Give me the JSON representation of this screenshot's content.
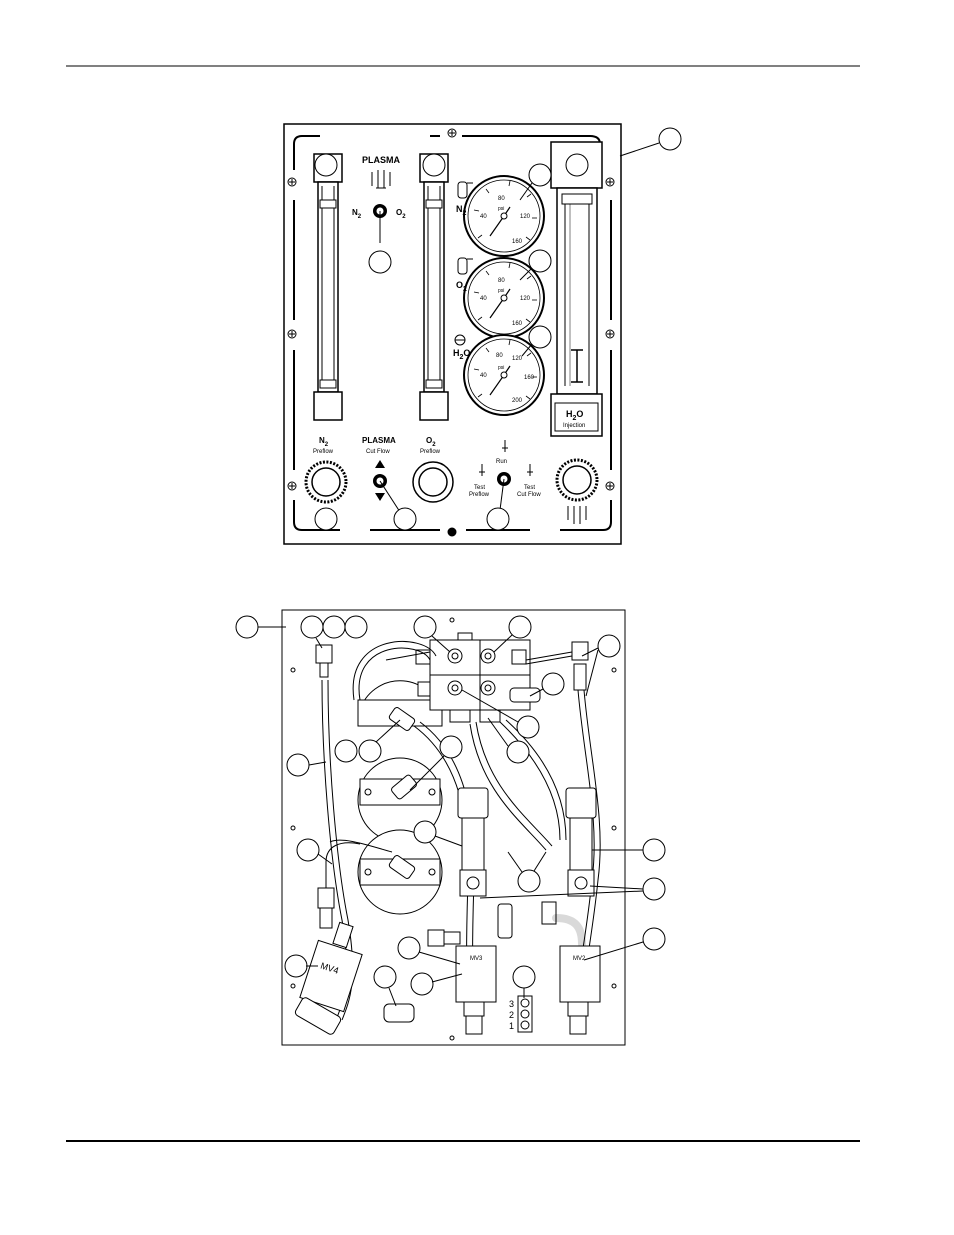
{
  "top_panel": {
    "plasma_title": "PLASMA",
    "switch_n2": "N",
    "switch_n2_sub": "2",
    "switch_o2": "O",
    "switch_o2_sub": "2",
    "gauge_scale": "psi",
    "gauge_ticks_160": [
      "40",
      "80",
      "120",
      "160"
    ],
    "gauge_ticks_200": [
      "40",
      "80",
      "120",
      "160",
      "200"
    ],
    "gauge_n2": "N",
    "gauge_n2_sub": "2",
    "gauge_o2": "O",
    "gauge_o2_sub": "2",
    "gauge_h2o": "H",
    "gauge_h2o_sub": "2",
    "gauge_h2o_end": "O",
    "h2o_box_title": "H",
    "h2o_box_sub": "2",
    "h2o_box_end": "O",
    "h2o_box_caption": "Injection",
    "knob_n2": "N",
    "knob_n2_sub": "2",
    "knob_n2_caption": "Preflow",
    "knob_plasma": "PLASMA",
    "knob_plasma_caption": "Cut Flow",
    "knob_o2": "O",
    "knob_o2_sub": "2",
    "knob_o2_caption": "Preflow",
    "mode_run": "Run",
    "mode_test_preflow_1": "Test",
    "mode_test_preflow_2": "Preflow",
    "mode_test_cut_1": "Test",
    "mode_test_cut_2": "Cut Flow"
  },
  "bottom_panel": {
    "valve_mv4": "MV4",
    "valve_mv3": "MV3",
    "valve_mv2": "MV2",
    "terminal_3": "3",
    "terminal_2": "2",
    "terminal_1": "1"
  }
}
